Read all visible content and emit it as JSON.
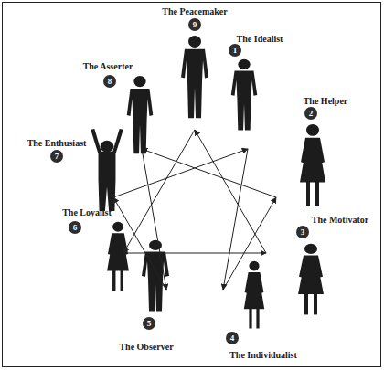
{
  "diagram": {
    "nodes": [
      {
        "text": [
          "9"
        ]
      },
      {
        "text": [
          "1"
        ]
      },
      {
        "text": [
          "2"
        ]
      },
      {
        "text": [
          "3"
        ]
      },
      {
        "text": [
          "4"
        ]
      },
      {
        "text": [
          "5"
        ]
      },
      {
        "text": [
          "6"
        ]
      },
      {
        "text": [
          "7"
        ]
      },
      {
        "text": [
          "8"
        ]
      }
    ],
    "labels": [
      "The Peacemaker",
      "The Idealist",
      "The Helper",
      "The Motivator",
      "The Individualist",
      "The Observer",
      "The Loyalist",
      "The Enthusiast",
      "The Asserter"
    ]
  }
}
